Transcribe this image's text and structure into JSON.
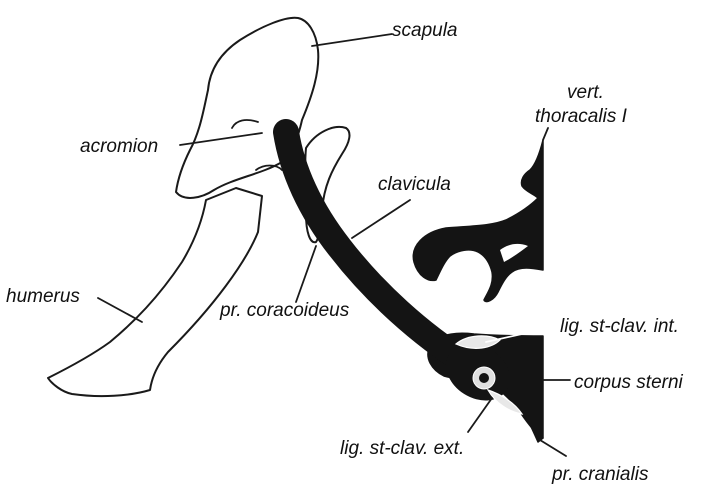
{
  "labels": {
    "scapula": "scapula",
    "acromion": "acromion",
    "clavicula": "clavicula",
    "vert_line1": "vert.",
    "vert_line2": "thoracalis I",
    "humerus": "humerus",
    "pr_coracoideus": "pr. coracoideus",
    "lig_int": "lig. st-clav. int.",
    "corpus_sterni": "corpus sterni",
    "lig_ext": "lig. st-clav. ext.",
    "pr_cranialis": "pr. cranialis"
  }
}
